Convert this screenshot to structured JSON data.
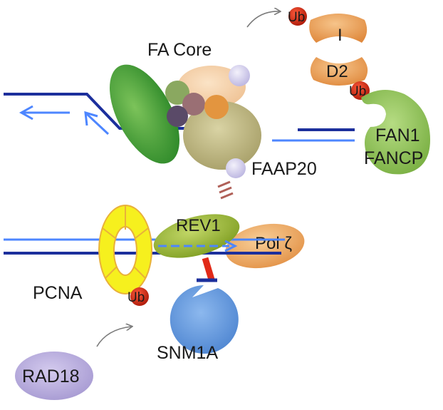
{
  "labels": {
    "fa_core": "FA Core",
    "faap20": "FAAP20",
    "fan1": "FAN1",
    "fancp": "FANCP",
    "i": "I",
    "d2": "D2",
    "rev1": "REV1",
    "pol_zeta": "Pol ζ",
    "pcna": "PCNA",
    "snm1a": "SNM1A",
    "rad18": "RAD18",
    "ub_top": "Ub",
    "ub_d2": "Ub",
    "ub_pcna": "Ub"
  },
  "colors": {
    "dna_dark": "#1c2f9c",
    "dna_light": "#4d86ff",
    "fa_green": "#3f9b32",
    "ub_red": "#d62a16",
    "id2_orange": "#e79a52",
    "fan1_green": "#8fc25a",
    "pcna_yellow": "#f6f01e",
    "rev1_green": "#8fae2c",
    "pol_orange": "#eda45f",
    "snm1a_blue": "#5f97dd",
    "rad18_purple": "#b5a8d8",
    "faap20_lavender": "#d9d5f0"
  }
}
